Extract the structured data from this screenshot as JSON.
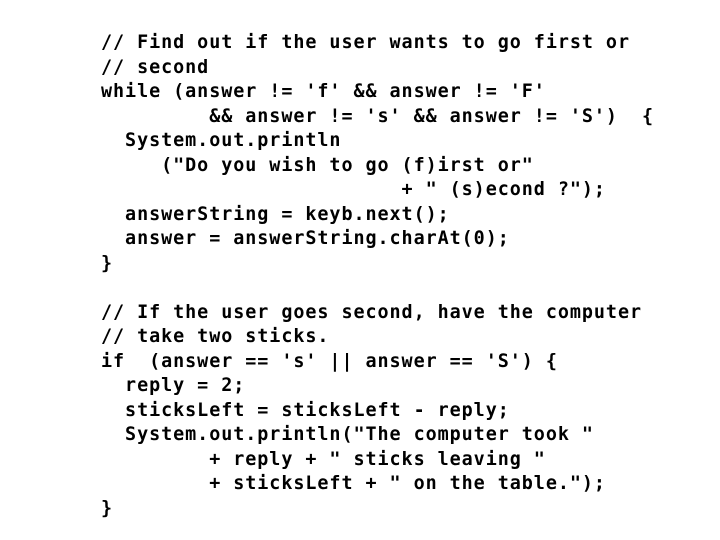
{
  "slide": {
    "background_color": "#ffffff",
    "text_color": "#000000",
    "language": "java",
    "title": ""
  },
  "code": {
    "line_count": 20,
    "lines": [
      "// Find out if the user wants to go first or",
      "// second",
      "while (answer != 'f' && answer != 'F'",
      "         && answer != 's' && answer != 'S')  {",
      "  System.out.println",
      "     (\"Do you wish to go (f)irst or\"",
      "                         + \" (s)econd ?\");",
      "  answerString = keyb.next();",
      "  answer = answerString.charAt(0);",
      "}",
      "",
      "// If the user goes second, have the computer",
      "// take two sticks.",
      "if  (answer == 's' || answer == 'S') {",
      "  reply = 2;",
      "  sticksLeft = sticksLeft - reply;",
      "  System.out.println(\"The computer took \"",
      "         + reply + \" sticks leaving \"",
      "         + sticksLeft + \" on the table.\");",
      "}"
    ]
  }
}
